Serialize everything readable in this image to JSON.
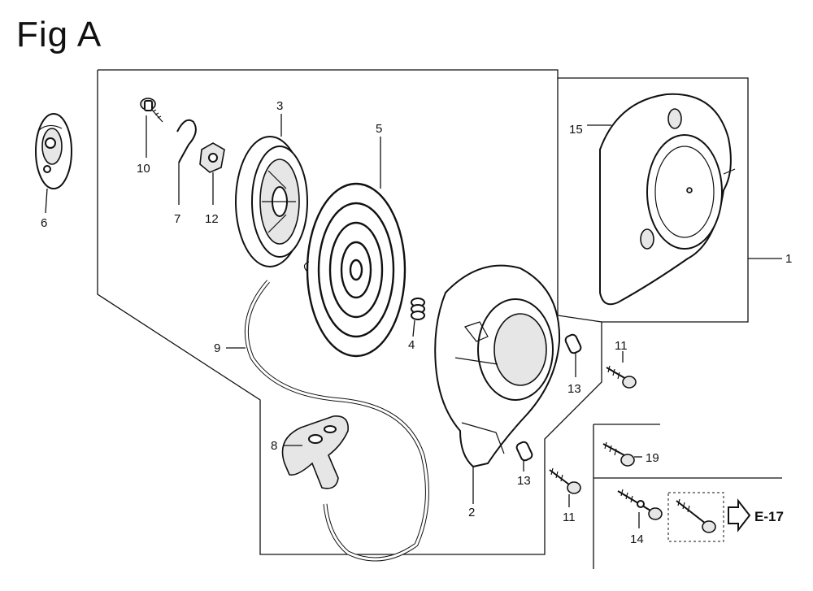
{
  "figure": {
    "title": "Fig A"
  },
  "callouts": {
    "p1": "1",
    "p2": "2",
    "p3": "3",
    "p4": "4",
    "p5": "5",
    "p6": "6",
    "p7": "7",
    "p8": "8",
    "p9": "9",
    "p10": "10",
    "p11a": "11",
    "p11b": "11",
    "p12": "12",
    "p13a": "13",
    "p13b": "13",
    "p14": "14",
    "p15": "15",
    "p19": "19"
  },
  "reference": {
    "label": "E-17"
  }
}
